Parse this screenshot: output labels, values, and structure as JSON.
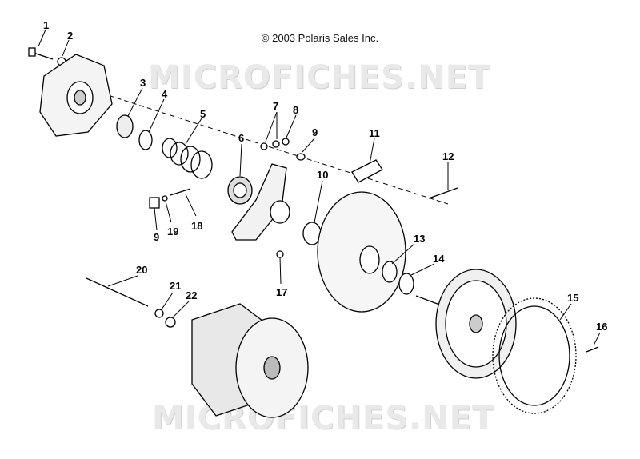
{
  "copyright": "© 2003 Polaris Sales Inc.",
  "watermark": "MICROFICHES.NET",
  "callouts": [
    "1",
    "2",
    "3",
    "4",
    "5",
    "6",
    "7",
    "8",
    "9",
    "9",
    "10",
    "11",
    "12",
    "13",
    "14",
    "15",
    "16",
    "17",
    "18",
    "19",
    "20",
    "21",
    "22"
  ]
}
